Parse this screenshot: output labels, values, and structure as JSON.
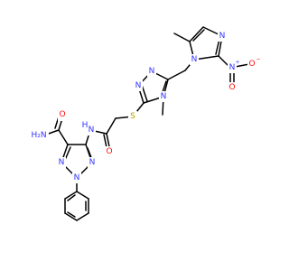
{
  "colors": {
    "bond": "#000000",
    "N": "#3333ff",
    "O": "#ff0d0d",
    "S": "#b2a000",
    "C": "#000000",
    "background": "#ffffff"
  },
  "atoms": {
    "amide_n": {
      "text": "H₂N",
      "element": "N"
    },
    "amide_o": {
      "text": "O",
      "element": "O"
    },
    "nh": {
      "text": "H",
      "element": "N"
    },
    "nh_n": {
      "text": "N",
      "element": "N"
    },
    "acyl_o": {
      "text": "O",
      "element": "O"
    },
    "tri2_n1": {
      "text": "N",
      "element": "N"
    },
    "tri2_n2": {
      "text": "N",
      "element": "N"
    },
    "tri2_n3": {
      "text": "N",
      "element": "N"
    },
    "sulfur": {
      "text": "S",
      "element": "S"
    },
    "tri4_n1": {
      "text": "N",
      "element": "N"
    },
    "tri4_n2": {
      "text": "N",
      "element": "N"
    },
    "tri4_n4": {
      "text": "N",
      "element": "N"
    },
    "imid_n1": {
      "text": "N",
      "element": "N"
    },
    "imid_n3": {
      "text": "N",
      "element": "N"
    },
    "nitro_n": {
      "text": "N",
      "element": "N"
    },
    "nitro_o1": {
      "text": "O",
      "element": "O"
    },
    "nitro_o2": {
      "text": "O",
      "element": "O"
    }
  },
  "charges": {
    "nitro_n_plus": "+",
    "nitro_o_minus": "−"
  }
}
